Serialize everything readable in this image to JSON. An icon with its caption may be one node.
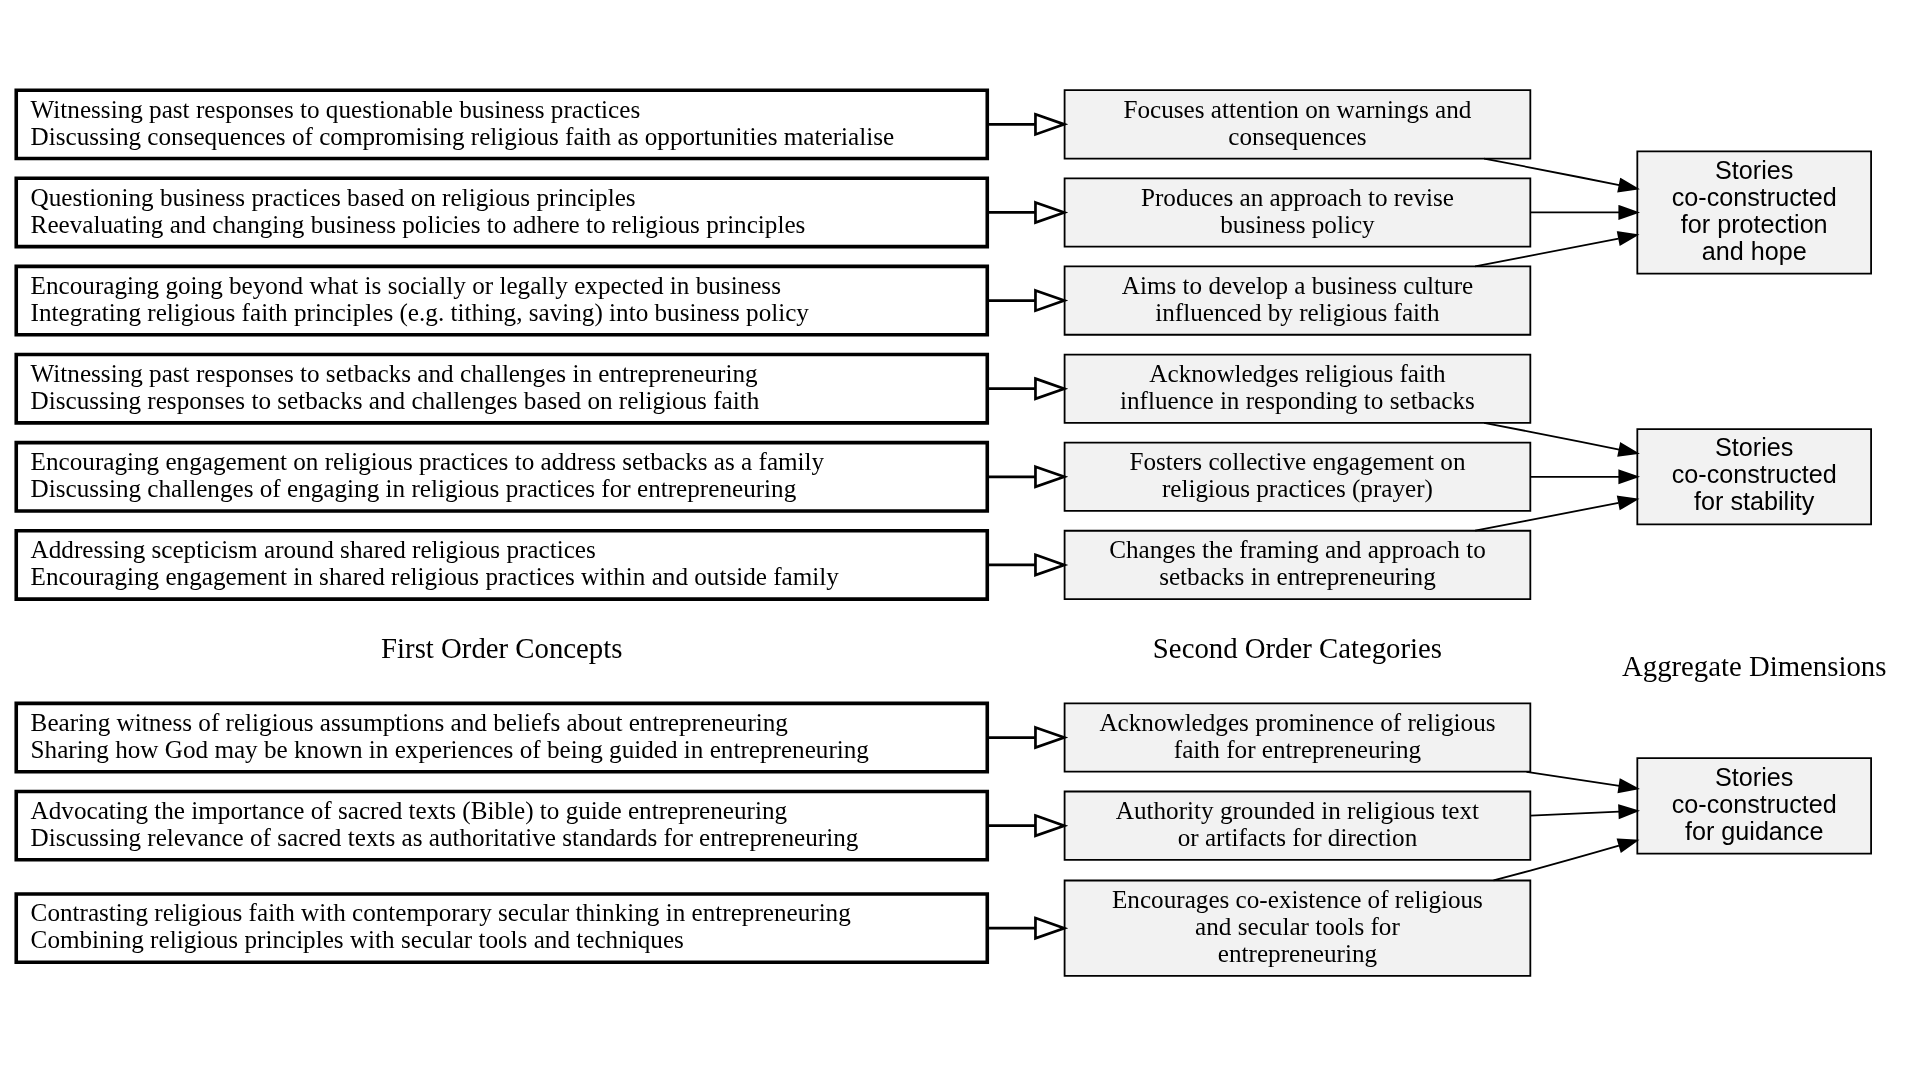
{
  "diagram": {
    "nodes": [
      {
        "text": [
          "Bearing witness of religious assumptions and beliefs about entrepreneuring",
          "Sharing how God may be known in experiences of being guided in entrepreneuring"
        ]
      },
      {
        "text": [
          "Advocating the importance of sacred texts (Bible) to guide entrepreneuring",
          "Discussing relevance of sacred texts as authoritative standards for entrepreneuring"
        ]
      },
      {
        "text": [
          "Contrasting religious faith with contemporary secular thinking in entrepreneuring",
          "Combining religious principles with secular tools and techniques"
        ]
      },
      {
        "text": [
          "Witnessing past responses to setbacks and challenges in entrepreneuring",
          "Discussing responses to setbacks and challenges based on religious faith"
        ]
      },
      {
        "text": [
          "Encouraging engagement on religious practices to address setbacks as a family",
          "Discussing challenges of engaging in religious practices for entrepreneuring"
        ]
      },
      {
        "text": [
          "Addressing scepticism around shared religious practices",
          "Encouraging engagement in shared religious practices within and outside family"
        ]
      },
      {
        "text": [
          "Witnessing past responses to questionable business practices",
          "Discussing consequences of compromising religious faith as opportunities materialise"
        ]
      },
      {
        "text": [
          "Questioning business practices based on religious principles",
          "Reevaluating and changing business policies to adhere to religious principles"
        ]
      },
      {
        "text": [
          "Encouraging going beyond what is socially or legally expected in business",
          "Integrating religious faith principles (e.g. tithing, saving) into business policy"
        ]
      },
      {
        "text": [
          "Acknowledges prominence of religious faith for entrepreneuring"
        ]
      },
      {
        "text": [
          "Authority grounded in religious text or artifacts for direction"
        ]
      },
      {
        "text": [
          "Encourages co-existence of religious and secular tools for entrepreneuring"
        ]
      },
      {
        "text": [
          "Acknowledges religious faith influence in responding to setbacks"
        ]
      },
      {
        "text": [
          "Fosters collective engagement on religious practices (prayer)"
        ]
      },
      {
        "text": [
          "Changes the framing and approach to setbacks in entrepreneuring"
        ]
      },
      {
        "text": [
          "Focuses attention on warnings and consequences"
        ]
      },
      {
        "text": [
          "Produces an approach to revise business policy"
        ]
      },
      {
        "text": [
          "Aims to develop a business culture influenced by religious faith"
        ]
      },
      {
        "text": [
          "Stories co-constructed for guidance"
        ]
      },
      {
        "text": [
          "Stories co-constructed for stability"
        ]
      },
      {
        "text": [
          "Stories co-constructed for protection and hope"
        ]
      }
    ],
    "edges": [
      {
        "from": 0,
        "to": 9,
        "arrow": "to"
      },
      {
        "from": 1,
        "to": 10,
        "arrow": "to"
      },
      {
        "from": 2,
        "to": 11,
        "arrow": "to"
      },
      {
        "from": 3,
        "to": 12,
        "arrow": "to"
      },
      {
        "from": 4,
        "to": 13,
        "arrow": "to"
      },
      {
        "from": 5,
        "to": 14,
        "arrow": "to"
      },
      {
        "from": 6,
        "to": 15,
        "arrow": "to"
      },
      {
        "from": 7,
        "to": 16,
        "arrow": "to"
      },
      {
        "from": 8,
        "to": 17,
        "arrow": "to"
      },
      {
        "from": 9,
        "to": 18,
        "arrow": "to"
      },
      {
        "from": 10,
        "to": 18,
        "arrow": "to"
      },
      {
        "from": 11,
        "to": 18,
        "arrow": "to"
      },
      {
        "from": 12,
        "to": 19,
        "arrow": "to"
      },
      {
        "from": 13,
        "to": 19,
        "arrow": "to"
      },
      {
        "from": 14,
        "to": 19,
        "arrow": "to"
      },
      {
        "from": 15,
        "to": 20,
        "arrow": "to"
      },
      {
        "from": 16,
        "to": 20,
        "arrow": "to"
      },
      {
        "from": 17,
        "to": 20,
        "arrow": "to"
      }
    ],
    "labels": [
      "First Order Concepts",
      "Second Order Categories",
      "Aggregate Dimensions"
    ]
  }
}
